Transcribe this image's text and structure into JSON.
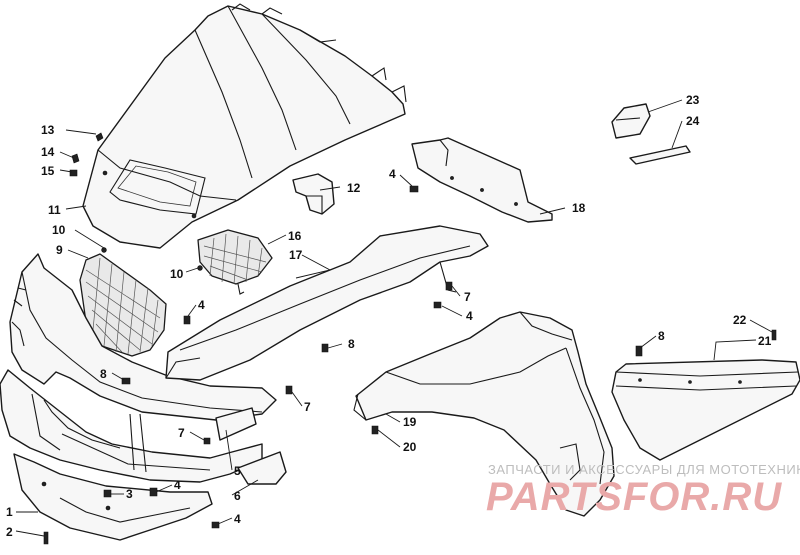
{
  "callouts": {
    "c1": "1",
    "c2": "2",
    "c3": "3",
    "c4a": "4",
    "c4b": "4",
    "c4c": "4",
    "c4d": "4",
    "c4e": "4",
    "c5": "5",
    "c6": "6",
    "c7a": "7",
    "c7b": "7",
    "c7c": "7",
    "c8a": "8",
    "c8b": "8",
    "c8c": "8",
    "c9": "9",
    "c10a": "10",
    "c10b": "10",
    "c11": "11",
    "c12": "12",
    "c13": "13",
    "c14": "14",
    "c15": "15",
    "c16": "16",
    "c17": "17",
    "c18": "18",
    "c19": "19",
    "c20": "20",
    "c21": "21",
    "c22": "22",
    "c23": "23",
    "c24": "24"
  },
  "watermark": {
    "tagline": "ЗАПЧАСТИ И АКСЕССУАРЫ ДЛЯ МОТОТЕХНИКИ",
    "logo": "PARTSFOR.RU"
  },
  "colors": {
    "line": "#1a1a1a",
    "watermark_logo": "#e9a9a9",
    "watermark_text": "#bdbdbd"
  }
}
